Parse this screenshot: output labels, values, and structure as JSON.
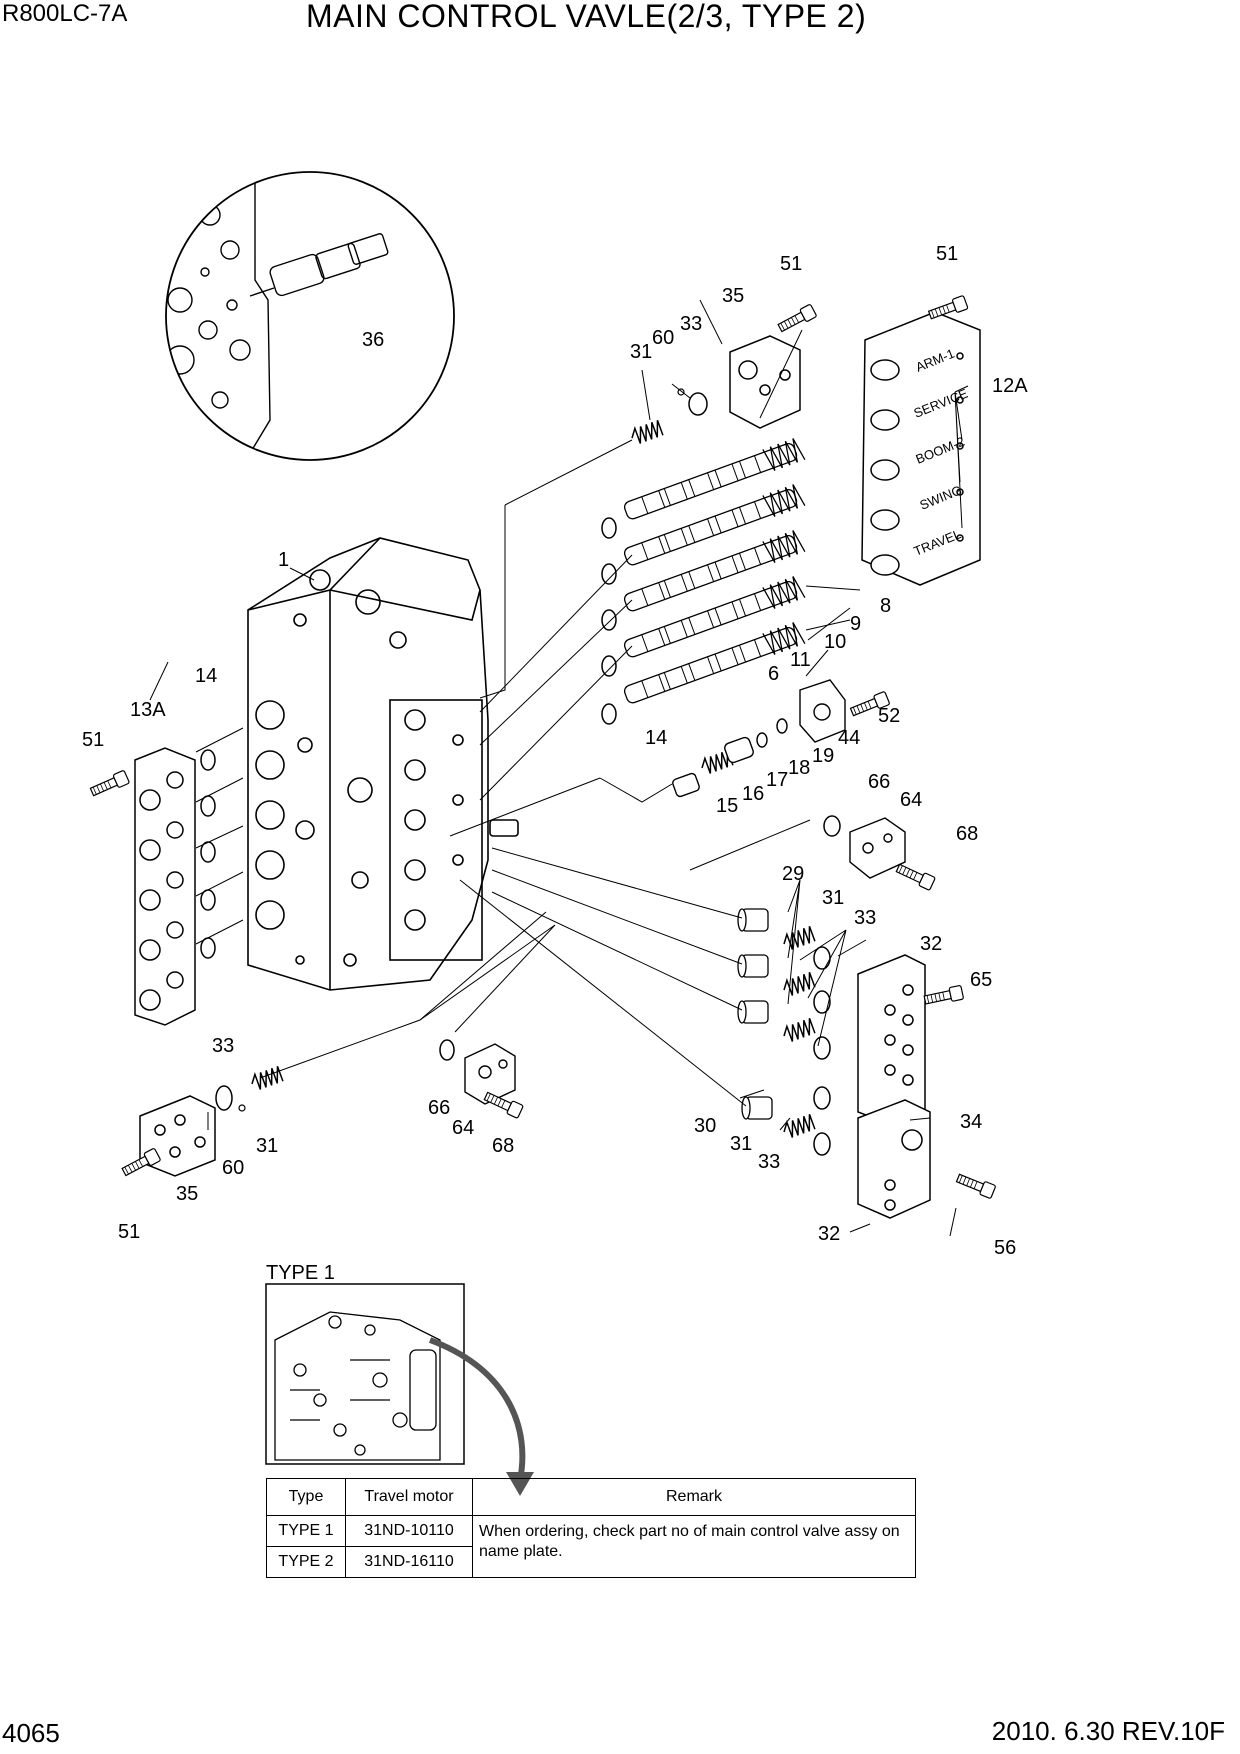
{
  "header": {
    "model": "R800LC-7A",
    "title": "MAIN CONTROL VAVLE(2/3, TYPE 2)"
  },
  "footer": {
    "page": "4065",
    "revision": "2010. 6.30  REV.10F"
  },
  "callouts": {
    "c1": "1",
    "c36": "36",
    "c51a": "51",
    "c35a": "35",
    "c60a": "60",
    "c33a": "33",
    "c31a": "31",
    "c51b": "51",
    "c12A": "12A",
    "c8": "8",
    "c9": "9",
    "c10": "10",
    "c11": "11",
    "c6": "6",
    "c14a": "14",
    "c14b": "14",
    "c13A": "13A",
    "c51c": "51",
    "c52": "52",
    "c44": "44",
    "c19": "19",
    "c18": "18",
    "c17": "17",
    "c16": "16",
    "c15": "15",
    "c66a": "66",
    "c64a": "64",
    "c68a": "68",
    "c29": "29",
    "c31b": "31",
    "c33b": "33",
    "c32a": "32",
    "c65": "65",
    "c33c": "33",
    "c60b": "60",
    "c31c": "31",
    "c35b": "35",
    "c51d": "51",
    "c66b": "66",
    "c64b": "64",
    "c68b": "68",
    "c30": "30",
    "c31d": "31",
    "c33d": "33",
    "c34": "34",
    "c32b": "32",
    "c56": "56"
  },
  "spool_labels": [
    "ARM-1",
    "SERVICE",
    "BOOM-2",
    "SWING",
    "TRAVEL"
  ],
  "type1": {
    "title": "TYPE 1"
  },
  "table": {
    "headers": {
      "type": "Type",
      "motor": "Travel motor",
      "remark": "Remark"
    },
    "rows": [
      {
        "type": "TYPE 1",
        "motor": "31ND-10110"
      },
      {
        "type": "TYPE 2",
        "motor": "31ND-16110"
      }
    ],
    "remark": "When ordering, check part no of main control valve assy on name plate."
  }
}
